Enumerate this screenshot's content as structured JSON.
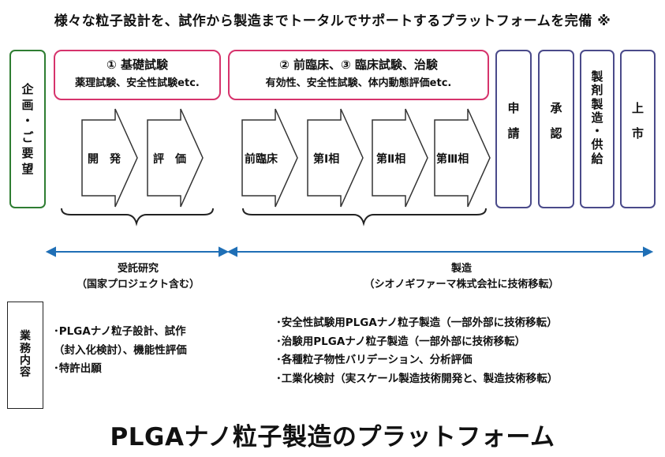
{
  "title": "様々な粒子設計を、試作から製造までトータルでサポートするプラットフォームを完備 ※",
  "planning_box": [
    "企",
    "画",
    "・",
    "ご",
    "要",
    "望"
  ],
  "phase_basic": {
    "line1": "① 基礎試験",
    "line2": "薬理試験、安全性試験etc."
  },
  "phase_clinical": {
    "line1": "② 前臨床、③ 臨床試験、治験",
    "line2": "有効性、安全性試験、体内動態評価etc."
  },
  "arrows_research": [
    "開　発",
    "評　価"
  ],
  "arrows_clinical": [
    "前臨床",
    "第Ⅰ相",
    "第Ⅱ相",
    "第Ⅲ相"
  ],
  "approval_boxes": [
    [
      "申",
      "請"
    ],
    [
      "承",
      "認"
    ],
    [
      "製",
      "剤",
      "製",
      "造",
      "・",
      "供",
      "給"
    ],
    [
      "上",
      "市"
    ]
  ],
  "research_caption": {
    "line1": "受託研究",
    "line2": "（国家プロジェクト含む）"
  },
  "manufacturing_caption": {
    "line1": "製造",
    "line2": "（シオノギファーマ株式会社に技術移転）"
  },
  "business_label": [
    "業",
    "務",
    "内",
    "容"
  ],
  "research_tasks": [
    "･PLGAナノ粒子設計、試作",
    "（封入化検討）、機能性評価",
    "･特許出願"
  ],
  "manufacturing_tasks": [
    "･安全性試験用PLGAナノ粒子製造（一部外部に技術移転）",
    "･治験用PLGAナノ粒子製造（一部外部に技術移転）",
    "･各種粒子物性バリデーション、分析評価",
    "･工業化検討（実スケール製造技術開発と、製造技術移転）"
  ],
  "footer_title": "PLGAナノ粒子製造のプラットフォーム",
  "colors": {
    "green": "#2e7d32",
    "purple": "#4a4a8a",
    "pink": "#d6336c",
    "blue": "#1f6fb6"
  }
}
